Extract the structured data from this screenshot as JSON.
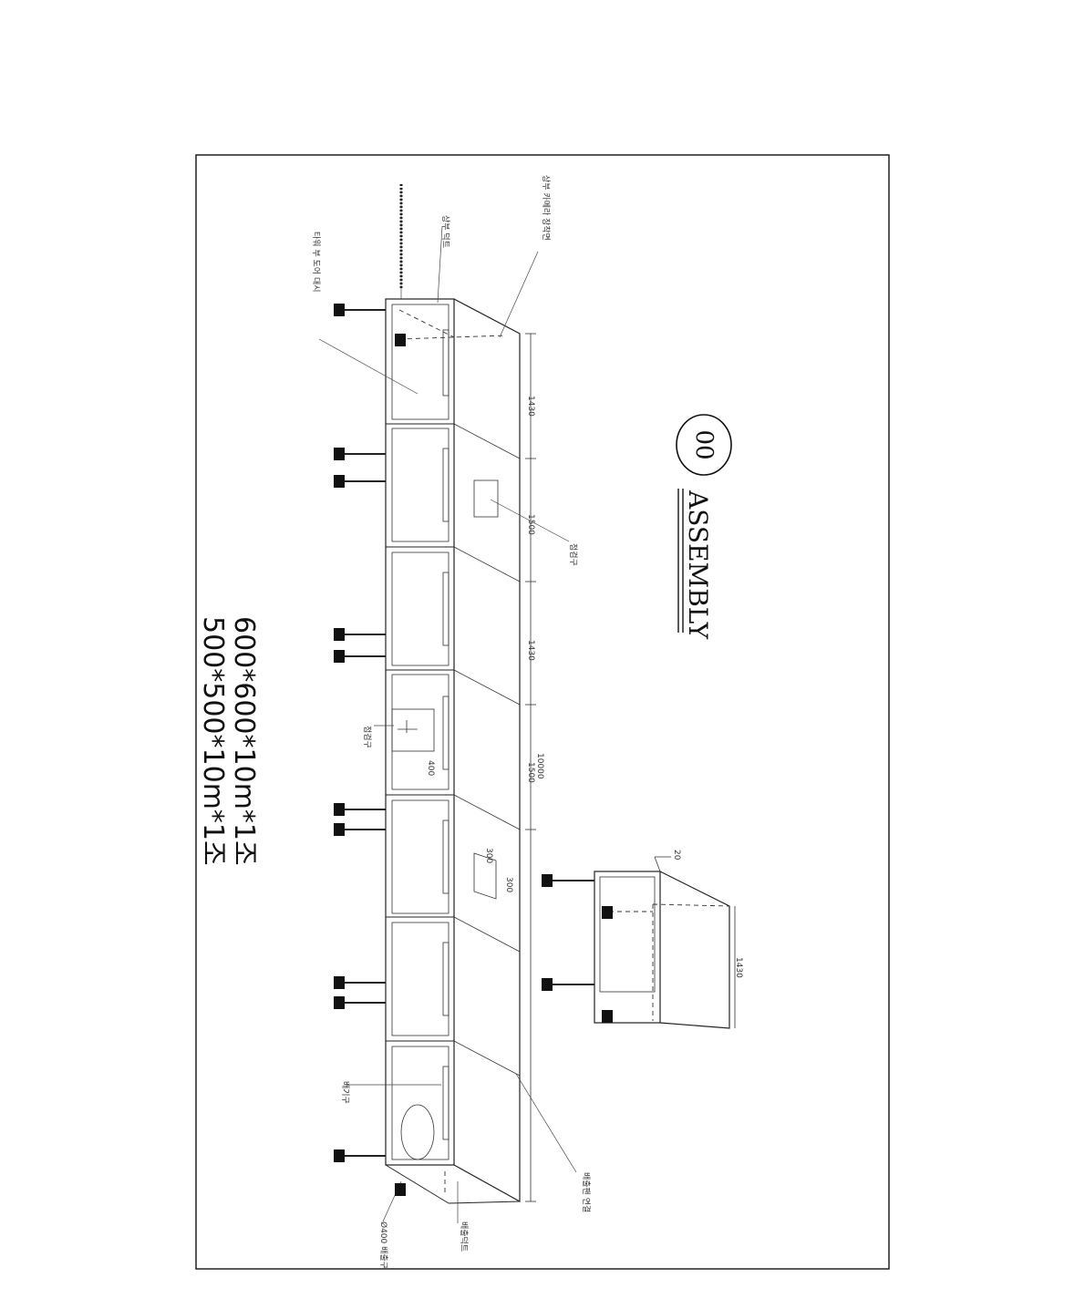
{
  "drawing": {
    "title": "ASSEMBLY",
    "badge": "00",
    "spec_lines": [
      "600*600*10m*1조",
      "500*500*10m*1조"
    ],
    "dimensions": {
      "seg_1": "1430",
      "seg_2": "1500",
      "seg_3": "1430",
      "seg_4": "1500",
      "total": "10000",
      "inspect_window_w": "400",
      "plate_a": "300",
      "plate_b": "300",
      "side_box": "1430",
      "side_box_top": "20"
    },
    "callouts": {
      "top_left": "타워 부 도어 대시",
      "top_mid": "상부 덕트",
      "top_right": "상부 카메라 장착면",
      "window_1": "점검구",
      "window_2": "점검구",
      "bottom_inner": "배기구",
      "bottom_left": "Ø400 배출구",
      "bottom_mid": "배출덕트",
      "bottom_right": "배출팬 연결"
    }
  }
}
